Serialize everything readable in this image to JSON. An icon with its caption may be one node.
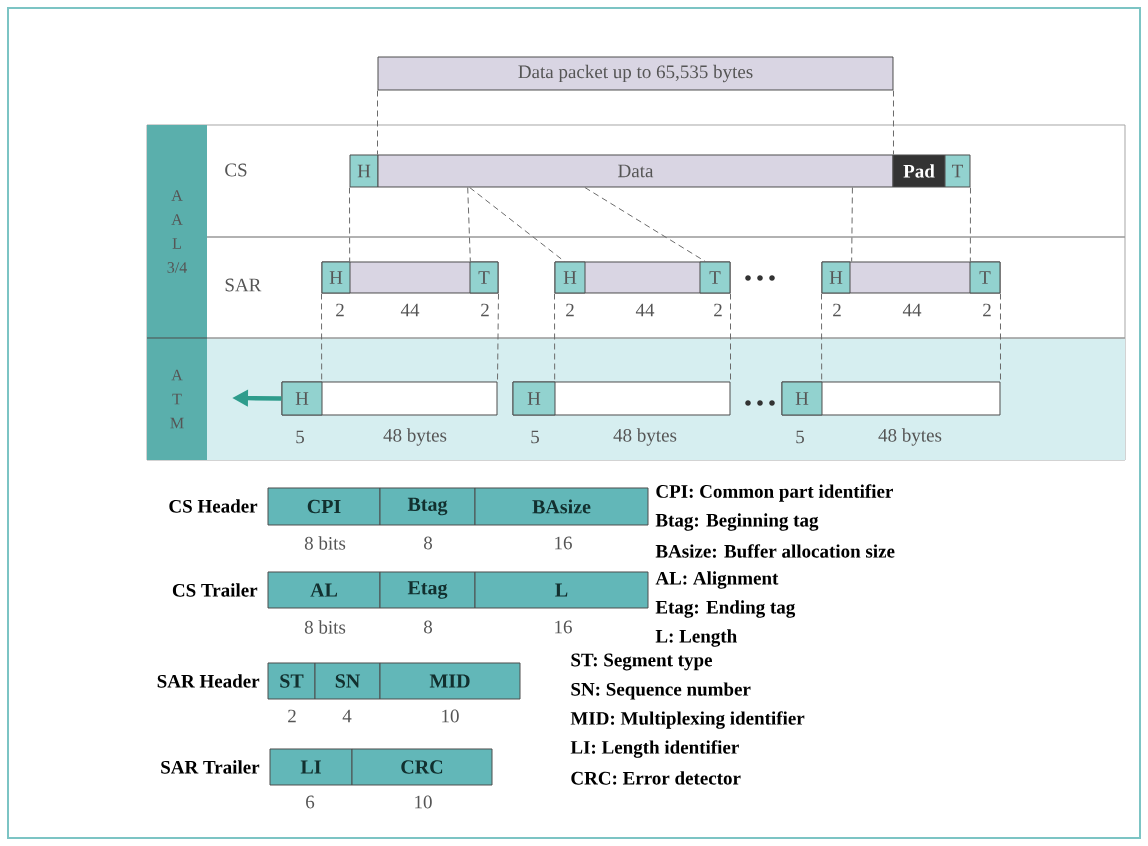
{
  "diagram": {
    "nodes": [
      {
        "text": [
          "Data packet up to 65,535 bytes"
        ]
      },
      {
        "text": [
          "A A L 3/4"
        ]
      },
      {
        "text": [
          "A T M"
        ]
      },
      {
        "text": [
          "H"
        ]
      },
      {
        "text": [
          "Data"
        ]
      },
      {
        "text": [
          "Pad"
        ]
      },
      {
        "text": [
          "T"
        ]
      },
      {
        "text": [],
        "shape": "box",
        "beside": [
          "44"
        ]
      },
      {
        "text": [
          "H"
        ],
        "in": 7,
        "beside": [
          "2"
        ]
      },
      {
        "text": [
          "T"
        ],
        "in": 7,
        "beside": [
          "2"
        ]
      },
      {
        "text": [],
        "shape": "box",
        "beside": [
          "44"
        ]
      },
      {
        "text": [
          "H"
        ],
        "in": 10,
        "beside": [
          "2"
        ]
      },
      {
        "text": [
          "T"
        ],
        "in": 10,
        "beside": [
          "2"
        ]
      },
      {
        "text": [],
        "shape": "box",
        "beside": [
          "44"
        ]
      },
      {
        "text": [
          "H"
        ],
        "in": 13,
        "beside": [
          "2"
        ]
      },
      {
        "text": [
          "T"
        ],
        "in": 13,
        "beside": [
          "2"
        ]
      },
      {
        "text": [],
        "shape": "box",
        "beside": [
          "48 bytes"
        ]
      },
      {
        "text": [
          "H"
        ],
        "in": 16,
        "beside": [
          "5"
        ]
      },
      {
        "text": [],
        "shape": "box",
        "beside": [
          "48 bytes"
        ]
      },
      {
        "text": [
          "H"
        ],
        "in": 18,
        "beside": [
          "5"
        ]
      },
      {
        "text": [],
        "shape": "box",
        "beside": [
          "48 bytes"
        ]
      },
      {
        "text": [
          "H"
        ],
        "in": 20,
        "beside": [
          "5"
        ]
      },
      {
        "text": [
          "CPI"
        ],
        "beside": [
          "8 bits"
        ]
      },
      {
        "text": [
          "Btag"
        ],
        "beside": [
          "8"
        ]
      },
      {
        "text": [
          "BAsize"
        ],
        "beside": [
          "16"
        ]
      },
      {
        "text": [
          "AL"
        ],
        "beside": [
          "8 bits"
        ]
      },
      {
        "text": [
          "Etag"
        ],
        "beside": [
          "8"
        ]
      },
      {
        "text": [
          "L"
        ],
        "beside": [
          "16"
        ]
      },
      {
        "text": [
          "ST"
        ],
        "beside": [
          "2"
        ]
      },
      {
        "text": [
          "SN"
        ],
        "beside": [
          "4"
        ]
      },
      {
        "text": [
          "MID"
        ],
        "beside": [
          "10"
        ]
      },
      {
        "text": [
          "LI"
        ],
        "beside": [
          "6"
        ]
      },
      {
        "text": [
          "CRC"
        ],
        "beside": [
          "10"
        ]
      }
    ],
    "edges": [
      {
        "from": 0,
        "to": 4,
        "arrow": "none",
        "style": "dashed"
      },
      {
        "from": 0,
        "to": 4,
        "arrow": "none",
        "style": "dashed"
      },
      {
        "from": 3,
        "to": 7,
        "arrow": "none",
        "style": "dashed"
      },
      {
        "from": 4,
        "to": 7,
        "arrow": "none",
        "style": "dashed"
      },
      {
        "from": 4,
        "to": 10,
        "arrow": "none",
        "style": "dashed"
      },
      {
        "from": 4,
        "to": 10,
        "arrow": "none",
        "style": "dashed"
      },
      {
        "from": 4,
        "to": 13,
        "arrow": "none",
        "style": "dashed"
      },
      {
        "from": 6,
        "to": 13,
        "arrow": "none",
        "style": "dashed"
      },
      {
        "from": 7,
        "to": 16,
        "arrow": "none",
        "style": "dashed"
      },
      {
        "from": 7,
        "to": 16,
        "arrow": "none",
        "style": "dashed"
      },
      {
        "from": 10,
        "to": 18,
        "arrow": "none",
        "style": "dashed"
      },
      {
        "from": 10,
        "to": 18,
        "arrow": "none",
        "style": "dashed"
      },
      {
        "from": 13,
        "to": 20,
        "arrow": "none",
        "style": "dashed"
      },
      {
        "from": 13,
        "to": 20,
        "arrow": "none",
        "style": "dashed"
      },
      {
        "from": 17,
        "to": null,
        "arrow": "to",
        "style": "thick",
        "color": "#2e9c8c"
      }
    ],
    "labels": [
      "CS",
      "SAR",
      "CS Header",
      "CS Trailer",
      "SAR Header",
      "SAR Trailer",
      "CPI: Common part identifier",
      "Btag: Beginning tag",
      "BAsize: Buffer allocation size",
      "AL: Alignment",
      "Etag: Ending tag",
      "L: Length",
      "ST: Segment type",
      "SN: Sequence number",
      "MID: Multiplexing identifier",
      "LI: Length identifier",
      "CRC:  Error detector"
    ]
  }
}
